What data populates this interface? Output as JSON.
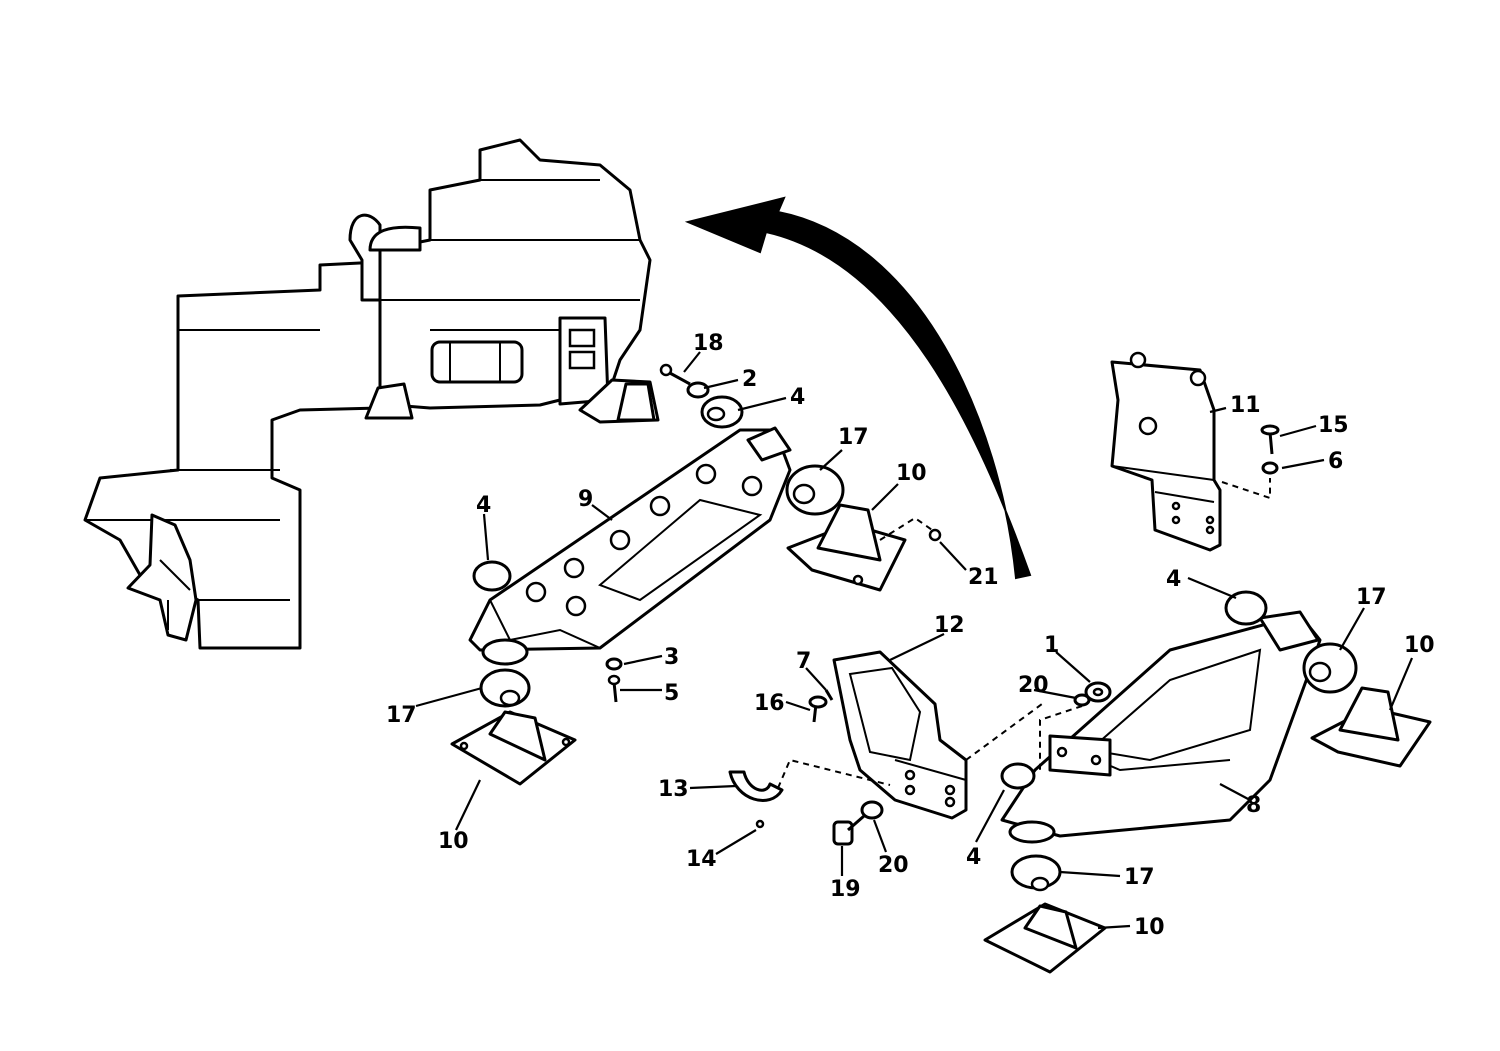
{
  "labels": {
    "l18": "18",
    "l2": "2",
    "l4a": "4",
    "l17a": "17",
    "l10a": "10",
    "l21": "21",
    "l9": "9",
    "l4b": "4",
    "l3": "3",
    "l5": "5",
    "l17b": "17",
    "l10b": "10",
    "l11": "11",
    "l15": "15",
    "l6": "6",
    "l4c": "4",
    "l17c": "17",
    "l10c": "10",
    "l12": "12",
    "l7": "7",
    "l16": "16",
    "l1": "1",
    "l20a": "20",
    "l13": "13",
    "l14": "14",
    "l19": "19",
    "l20b": "20",
    "l4d": "4",
    "l8": "8",
    "l17d": "17",
    "l10d": "10"
  }
}
